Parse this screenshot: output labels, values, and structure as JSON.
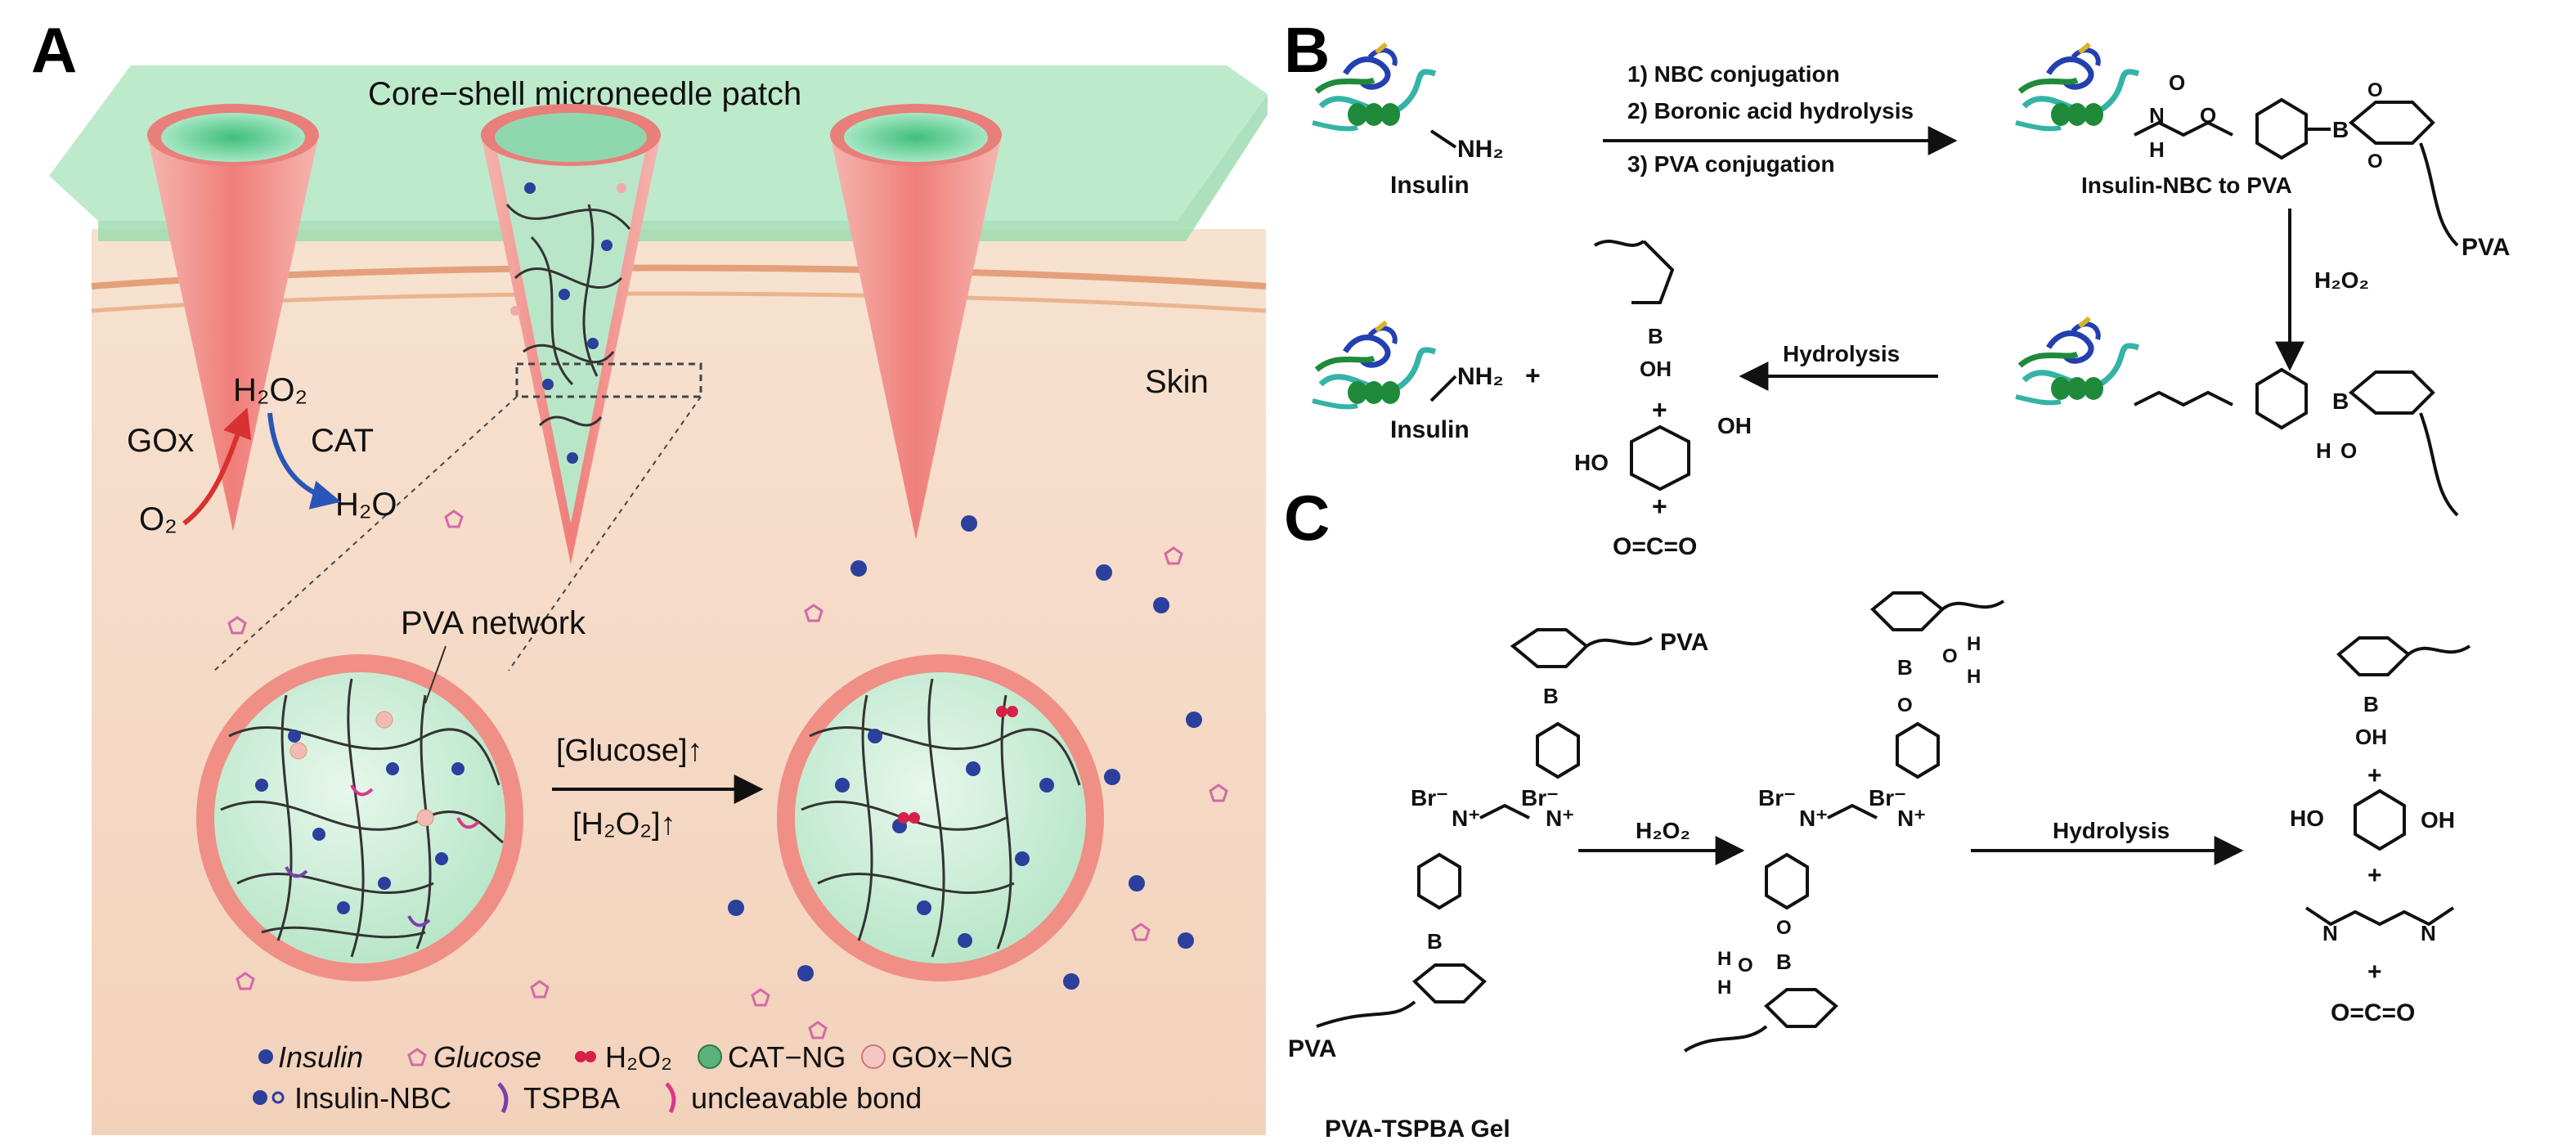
{
  "panels": {
    "a": "A",
    "b": "B",
    "c": "C"
  },
  "panel_a": {
    "patch_label": "Core−shell  microneedle patch",
    "skin_label": "Skin",
    "gox": "GOx",
    "h2o2_sym": "H₂O₂",
    "cat": "CAT",
    "o2": "O₂",
    "h2o": "H₂O",
    "pva_network": "PVA network",
    "trigger_glucose": "[Glucose]↑",
    "trigger_h2o2": "[H₂O₂]↑",
    "legend": {
      "insulin": "Insulin",
      "glucose": "Glucose",
      "h2o2": "H₂O₂",
      "cat_ng": "CAT−NG",
      "gox_ng": "GOx−NG",
      "insulin_nbc": "Insulin-NBC",
      "tspba": "TSPBA",
      "uncleavable": "uncleavable bond"
    }
  },
  "panel_b": {
    "steps": [
      "1) NBC conjugation",
      "2) Boronic acid hydrolysis",
      "3) PVA conjugation"
    ],
    "insulin": "Insulin",
    "nh2": "NH₂",
    "product": "Insulin-NBC to PVA",
    "pva": "PVA",
    "h2o2": "H₂O₂",
    "hydrolysis": "Hydrolysis",
    "plus": "+",
    "ho": "HO",
    "oh": "OH",
    "co2": "O=C=O",
    "o": "O",
    "b": "B",
    "n": "N",
    "h": "H"
  },
  "panel_c": {
    "pva": "PVA",
    "gel": "PVA-TSPBA Gel",
    "h2o2": "H₂O₂",
    "hydrolysis": "Hydrolysis",
    "br": "Br⁻",
    "nplus": "N⁺",
    "plus": "+",
    "ho": "HO",
    "oh": "OH",
    "co2": "O=C=O",
    "o": "O",
    "b": "B",
    "h": "H",
    "n": "N"
  },
  "colors": {
    "patch": "#b7e8c6",
    "needle": "#f08c8c",
    "skin": "#f6dcc8",
    "skin_line": "#e3a07a",
    "network_fill": "#cfeedd",
    "shell": "#ef8f86",
    "insulin": "#2b3f9c",
    "glucose": "#d26aa8",
    "h2o2": "#d6204a",
    "arrow_red": "#d93030",
    "arrow_blue": "#2a55b8",
    "protein_green": "#1f8a3a",
    "protein_teal": "#34b3a6",
    "protein_blue": "#2240b0",
    "protein_yellow": "#d9b32a"
  }
}
